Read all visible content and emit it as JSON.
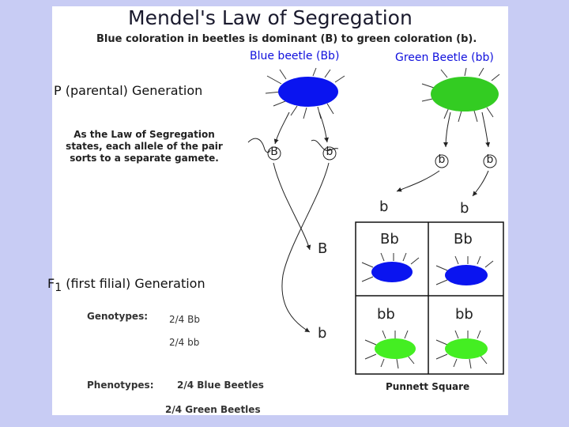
{
  "title": "Mendel's Law of Segregation",
  "subtitle": "Blue coloration in beetles is dominant (B) to green coloration (b).",
  "beetles": {
    "blue_label": "Blue beetle (Bb)",
    "green_label": "Green Beetle (bb)"
  },
  "parental_generation": "P (parental) Generation",
  "segregation_note": "As the Law of Segregation states, each allele of the pair sorts to a separate gamete.",
  "gametes": {
    "blue_parent": [
      "B",
      "b"
    ],
    "green_parent": [
      "b",
      "b"
    ]
  },
  "f1": {
    "label_prefix": "F",
    "label_sub": "1",
    "label_suffix": " (first filial) Generation",
    "genotypes_label": "Genotypes:",
    "genotypes": [
      "2/4 Bb",
      "2/4 bb"
    ],
    "phenotypes_label": "Phenotypes:",
    "phenotypes": [
      "2/4 Blue Beetles",
      "2/4 Green Beetles"
    ]
  },
  "punnett": {
    "label": "Punnett Square",
    "top_alleles": [
      "b",
      "b"
    ],
    "side_alleles": [
      "B",
      "b"
    ],
    "cells": [
      "Bb",
      "Bb",
      "bb",
      "bb"
    ]
  },
  "colors": {
    "background": "#c8ccf4",
    "blue_beetle": "#0a14f0",
    "green_beetle": "#33cc22",
    "label_blue": "#1010dd"
  }
}
